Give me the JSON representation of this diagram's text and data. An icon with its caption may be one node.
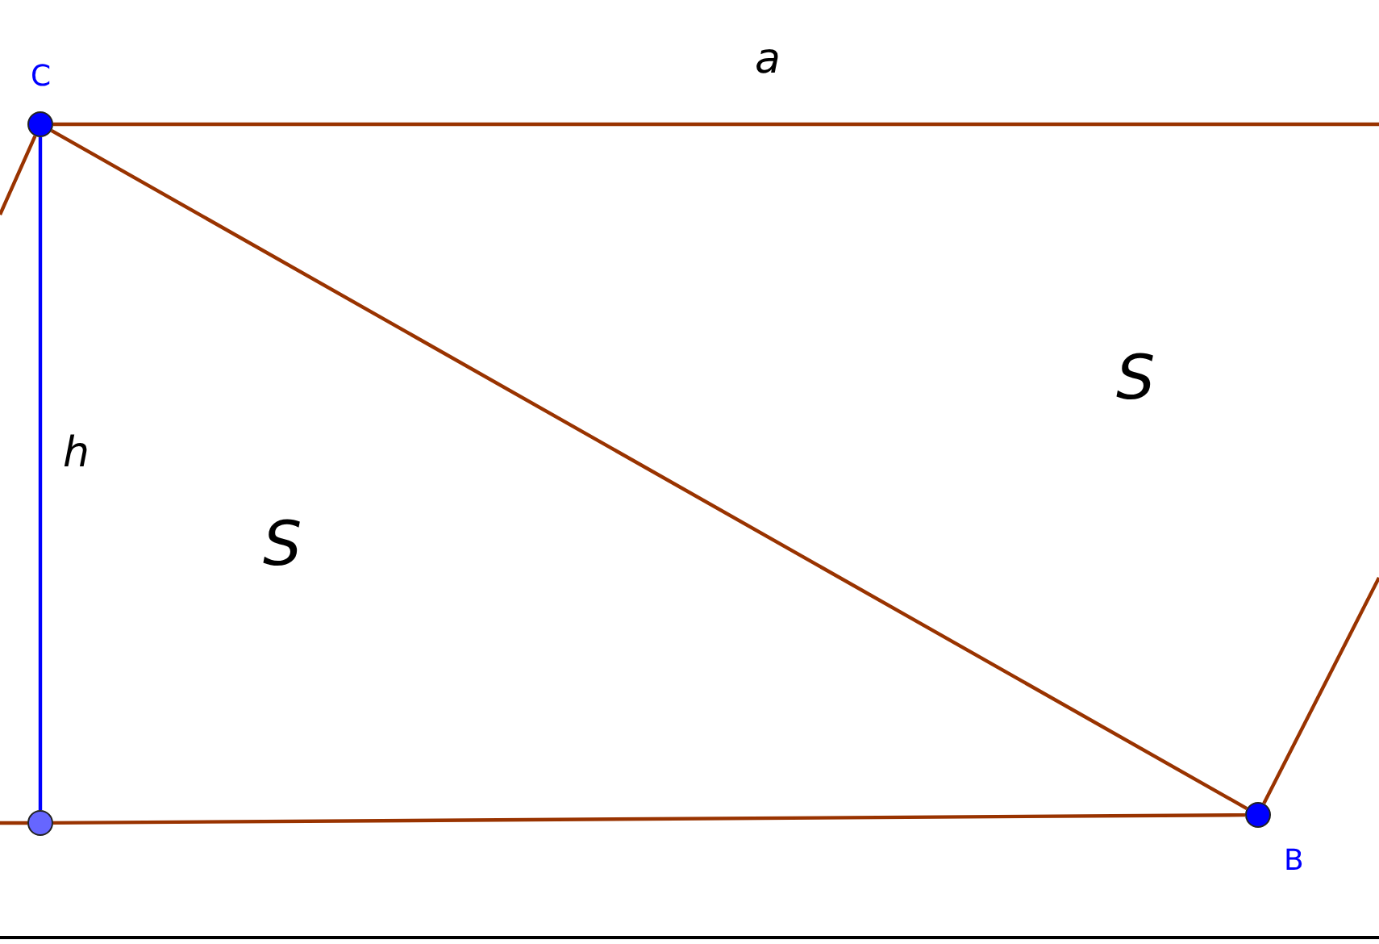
{
  "diagram": {
    "nodes": [
      {
        "text": [
          "C"
        ]
      },
      {
        "text": [
          "B"
        ]
      },
      {
        "text": [],
        "shape": "circle"
      }
    ],
    "edges": [
      {
        "from": 0,
        "to": 1,
        "arrow": "none"
      },
      {
        "from": 0,
        "to": 2,
        "arrow": "none",
        "color": "#0000ff"
      },
      {
        "from": 2,
        "to": 1,
        "arrow": "none"
      },
      {
        "from": 0,
        "to": null,
        "arrow": "none"
      },
      {
        "from": 0,
        "to": null,
        "arrow": "none"
      },
      {
        "from": 2,
        "to": null,
        "arrow": "none"
      },
      {
        "from": 1,
        "to": null,
        "arrow": "none"
      }
    ],
    "labels": [
      "a",
      "h",
      "S",
      "S"
    ]
  }
}
